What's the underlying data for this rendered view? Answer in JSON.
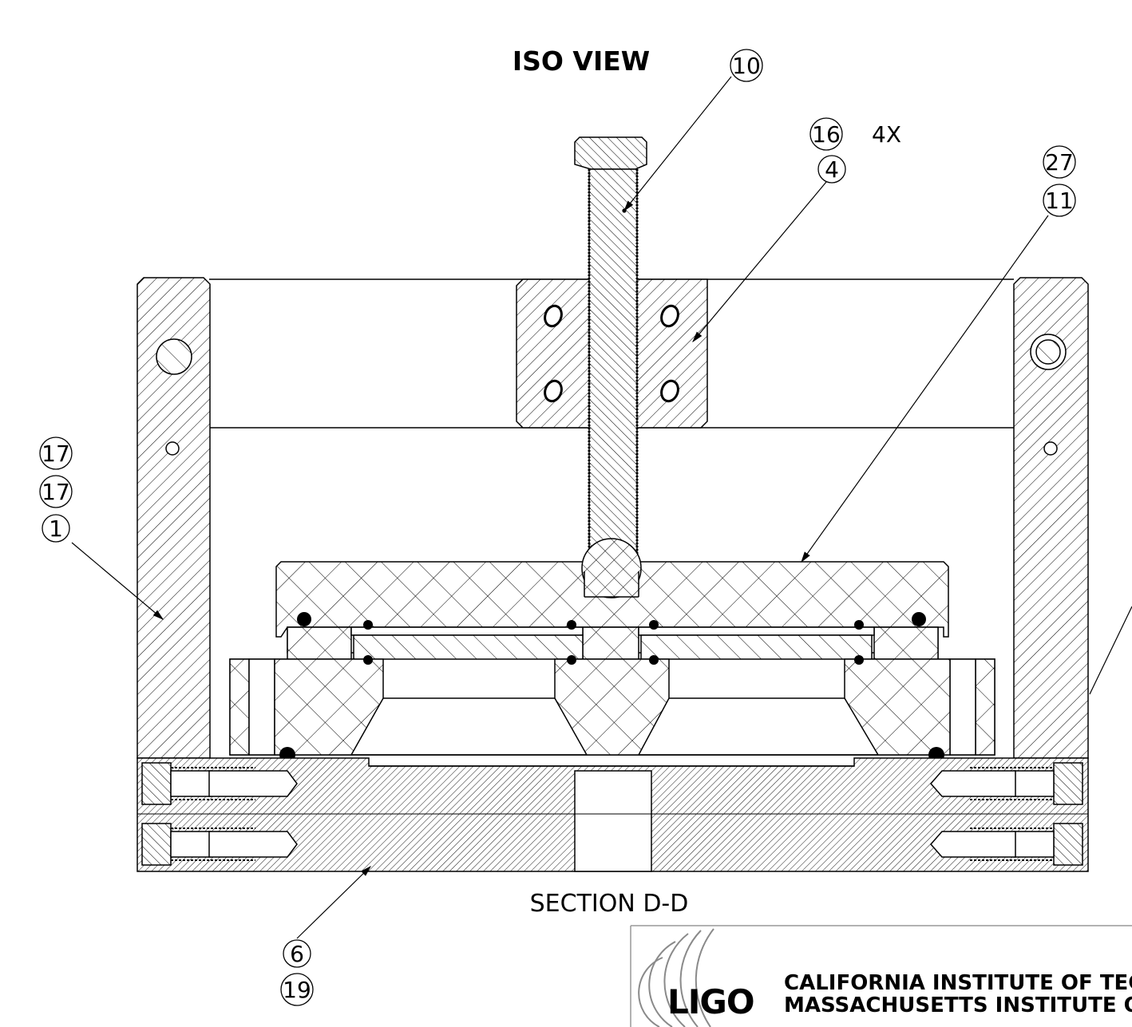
{
  "titles": {
    "iso_view": "ISO VIEW",
    "section": "SECTION D-D"
  },
  "balloons": {
    "b10": "10",
    "b16": "16",
    "b16_qty": "4X",
    "b4": "4",
    "b27": "27",
    "b11": "11",
    "b17a": "17",
    "b17b": "17",
    "b1": "1",
    "b6": "6",
    "b19": "19"
  },
  "title_block": {
    "logo": "LIGO",
    "line1": "CALIFORNIA INSTITUTE OF TEC",
    "line2": "MASSACHUSETTS INSTITUTE OF"
  }
}
